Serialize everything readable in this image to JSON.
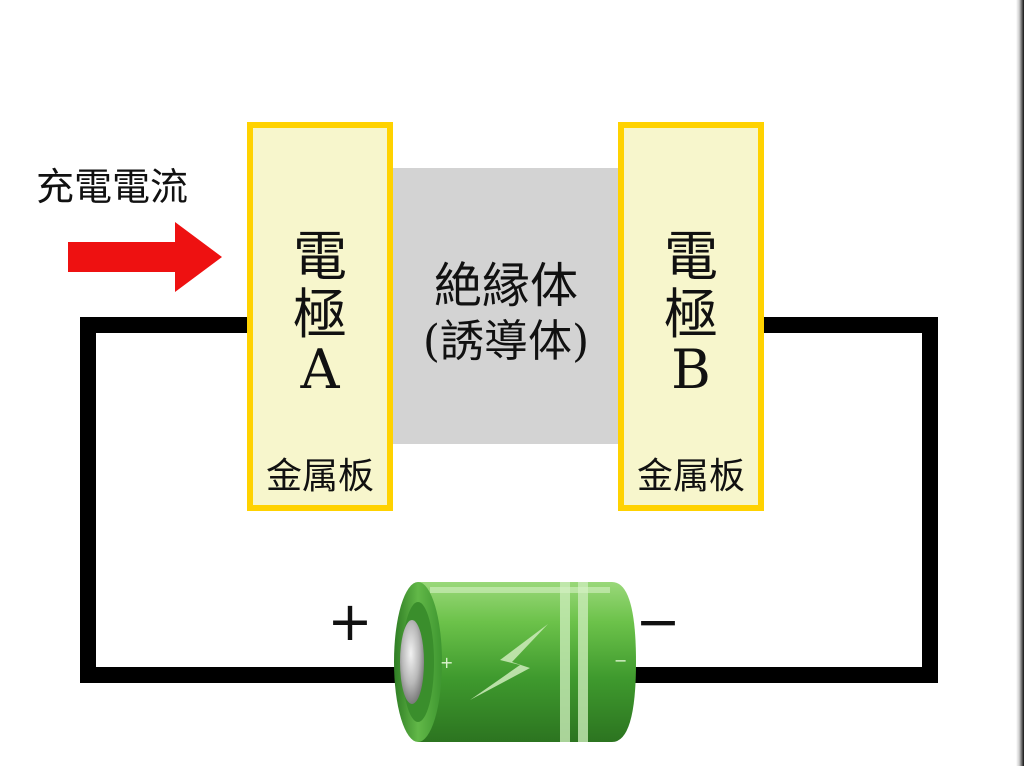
{
  "current_label": "充電電流",
  "electrode_a": {
    "line1": "電",
    "line2": "極",
    "letter": "A",
    "plate": "金属板"
  },
  "electrode_b": {
    "line1": "電",
    "line2": "極",
    "letter": "B",
    "plate": "金属板"
  },
  "insulator": {
    "line1": "絶縁体",
    "line2": "(誘導体)"
  },
  "battery": {
    "plus_outer": "+",
    "minus_outer": "−",
    "plus_inner": "+",
    "minus_inner": "−"
  },
  "colors": {
    "plate_fill": "#f7f6cc",
    "plate_border": "#ffd200",
    "insulator": "#d3d3d3",
    "wire": "#000000",
    "arrow": "#ee1111",
    "battery_green": "#4caf3c"
  }
}
